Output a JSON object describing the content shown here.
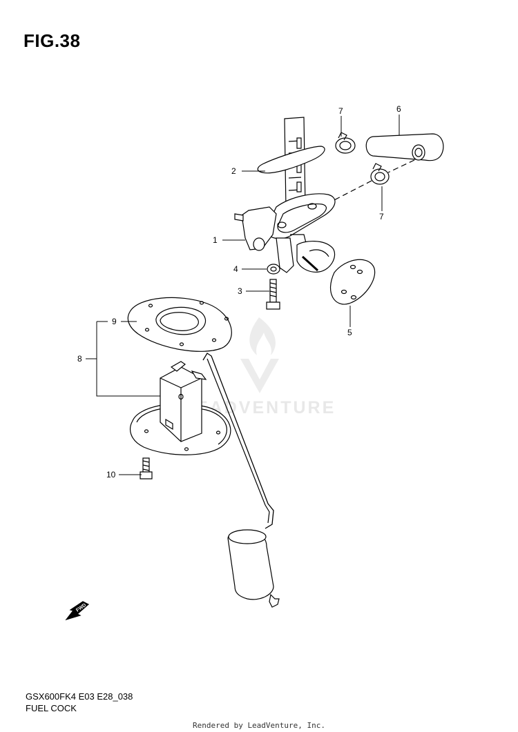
{
  "title": "FIG.38",
  "model_code": "GSX600FK4 E03 E28_038",
  "caption": "FUEL COCK",
  "footer": "Rendered by LeadVenture, Inc.",
  "watermark": "LEADVENTURE",
  "fwd_label": "FWD",
  "callouts": [
    "1",
    "2",
    "3",
    "4",
    "5",
    "6",
    "7",
    "7",
    "8",
    "9",
    "10"
  ],
  "colors": {
    "line": "#000000",
    "watermark": "#e6e6e6"
  }
}
